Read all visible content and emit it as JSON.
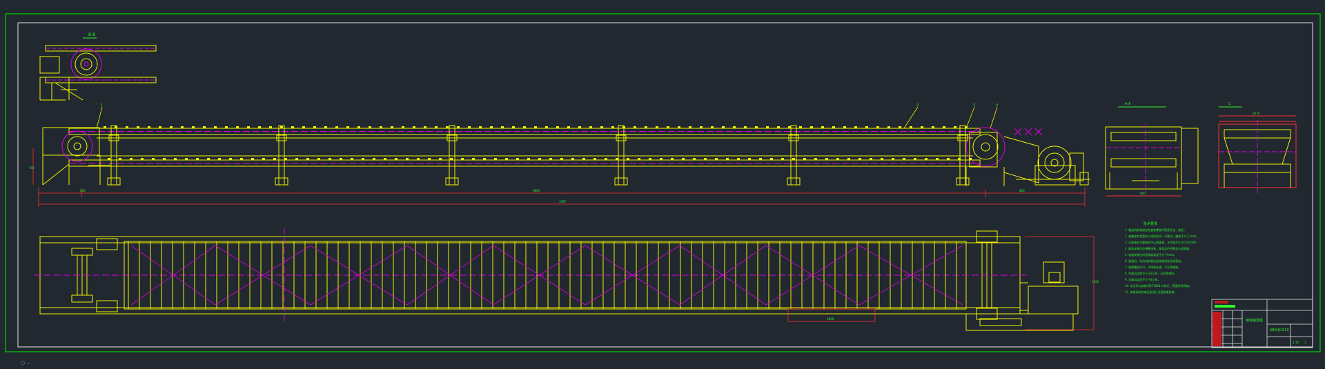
{
  "colors": {
    "background": "#212830",
    "frame": "#00d400",
    "drawing": "#f3f300",
    "centerline": "#e100e1",
    "dimension": "#ff3030",
    "notes": "#2df52d",
    "white": "#e8e8e8"
  },
  "views": {
    "detail_label": "B-B",
    "side_label": "A-A",
    "end_label": "C",
    "dims": {
      "total_length": "1097",
      "span_main": "9800",
      "left_offset": "200",
      "right_offset": "800",
      "height_left": "780",
      "plan_width": "1250",
      "plan_seg": "1800",
      "side_width": "900",
      "end_width": "1070"
    },
    "part_callouts": [
      "1",
      "2",
      "3",
      "4"
    ]
  },
  "notes": {
    "title": "技术要求",
    "items": [
      "1. 输送机安装前应检查各零部件是否齐全、完好。",
      "2. 各链轮的齿宽中心线应在同一平面内，偏差不大于1mm。",
      "3. 头尾轴应与输送机中心线垂直，水平度不大于0.5/1000。",
      "4. 链条安装后应调整张紧，保证运行平稳无卡阻现象。",
      "5. 机架安装后的直线度误差不大于5mm。",
      "6. 减速机、电动机安装后应按规定加注润滑油。",
      "7. 各焊缝应均匀，不得有夹渣、气孔等缺陷。",
      "8. 空载试运转不少于2小时，无异常噪声。",
      "9. 负载试运转不少于4小时。",
      "10. 未注明公差按GB/T1804-m执行，表面涂防锈漆。",
      "11. 安装调试完成后应进行全面检查验收。"
    ]
  },
  "title_block": {
    "drawing_name": "链板输送机",
    "drawing_number": "SBSHJ1010",
    "scale": "1:15",
    "sheet": "1",
    "rows": [
      "",
      "",
      "",
      "",
      "",
      ""
    ]
  },
  "status_bar": {
    "text": "○ ..."
  }
}
